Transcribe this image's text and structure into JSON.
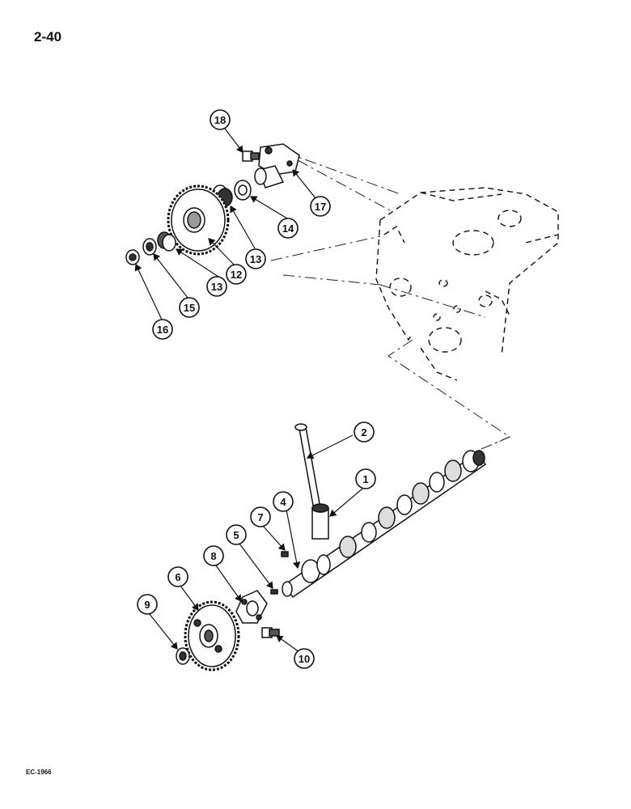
{
  "page": {
    "number": "2-40",
    "figure_code": "EC-1966"
  },
  "callouts": [
    "18",
    "17",
    "14",
    "13",
    "12",
    "13",
    "15",
    "16",
    "2",
    "1",
    "4",
    "7",
    "5",
    "8",
    "6",
    "9",
    "10"
  ]
}
